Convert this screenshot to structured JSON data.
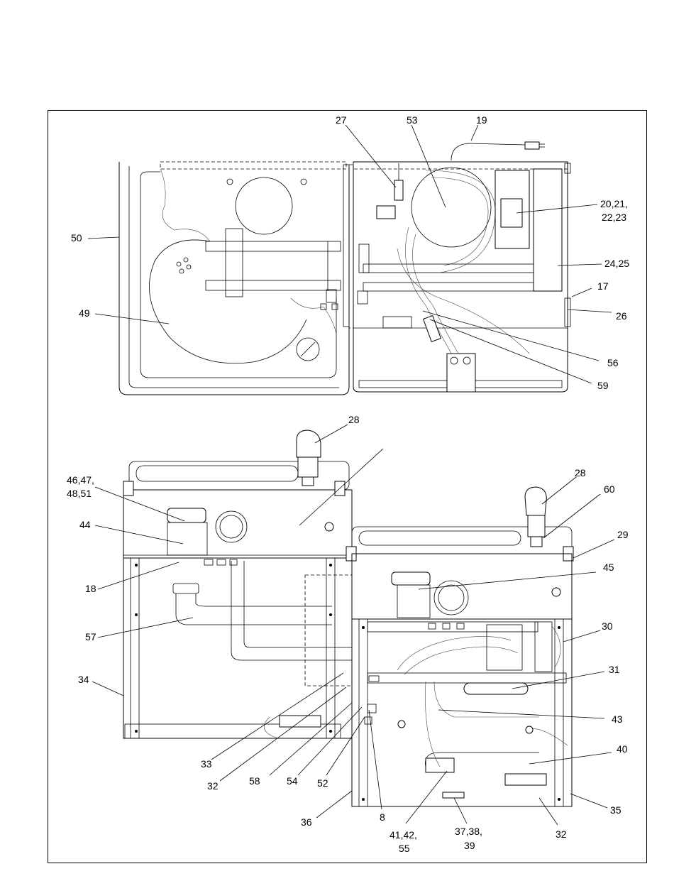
{
  "diagram": {
    "callouts": {
      "c27": "27",
      "c53": "53",
      "c19": "19",
      "c20": "20,21,",
      "c20b": "22,23",
      "c50": "50",
      "c24": "24,25",
      "c17": "17",
      "c49": "49",
      "c26": "26",
      "c56": "56",
      "c59": "59",
      "c28a": "28",
      "c46": "46,47,",
      "c46b": "48,51",
      "c28b": "28",
      "c60": "60",
      "c44": "44",
      "c29": "29",
      "c45": "45",
      "c18": "18",
      "c30": "30",
      "c57": "57",
      "c31": "31",
      "c34": "34",
      "c43": "43",
      "c40": "40",
      "c33": "33",
      "c32a": "32",
      "c58": "58",
      "c54": "54",
      "c52": "52",
      "c8": "8",
      "c35": "35",
      "c36": "36",
      "c41": "41,42,",
      "c41b": "55",
      "c37": "37,38,",
      "c37b": "39",
      "c32b": "32"
    }
  }
}
